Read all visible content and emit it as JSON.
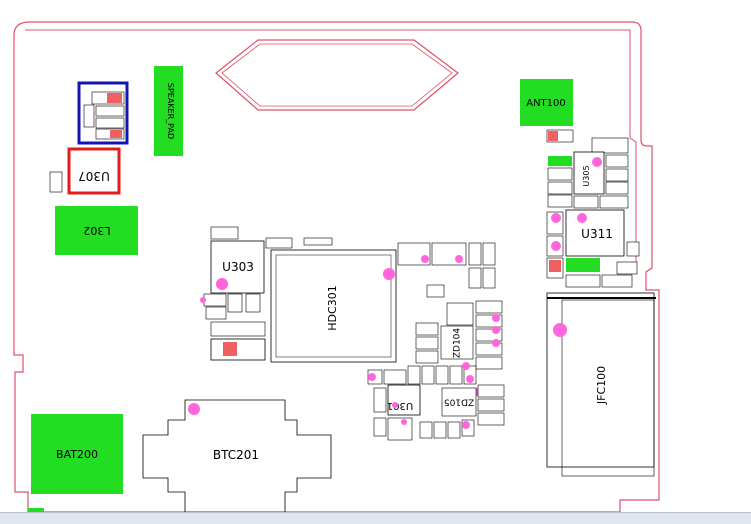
{
  "board": {
    "outline_color": "#e0506a",
    "highlight_blue": "#1414b4",
    "highlight_red": "#e01c1c",
    "green": "#22dd22",
    "pink": "#ff66dd",
    "red_pad": "#f06060"
  },
  "labels": {
    "speaker_pad": "SPEAKER_PAD",
    "ant100": "ANT100",
    "u307": "U307",
    "l302": "L302",
    "u303": "U303",
    "hdc301": "HDC301",
    "u311": "U311",
    "u305": "U305",
    "zd104": "ZD104",
    "u301": "U301",
    "zd105": "ZD105",
    "jfc100": "JFC100",
    "bat200": "BAT200",
    "btc201": "BTC201"
  }
}
